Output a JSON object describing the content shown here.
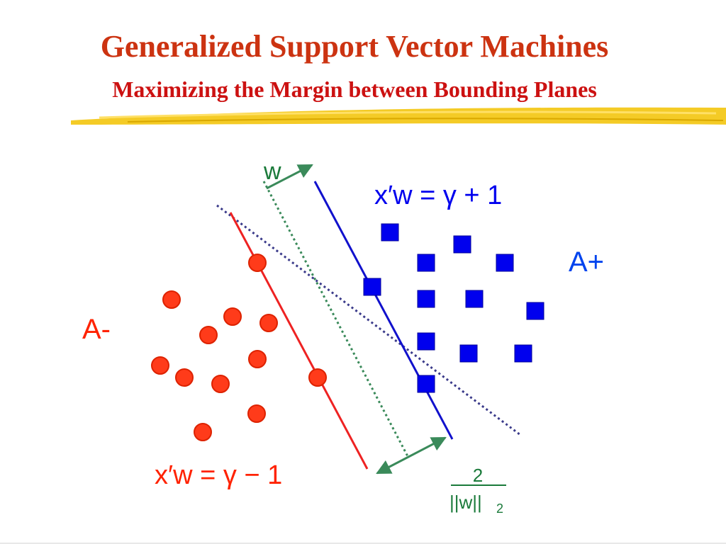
{
  "title": "Generalized Support Vector Machines",
  "subtitle": "Maximizing the Margin between Bounding Planes",
  "labels": {
    "w": "w",
    "plane_plus": "x′w = γ + 1",
    "plane_minus": "x′w = γ − 1",
    "class_plus": "A+",
    "class_minus": "A-",
    "margin_numerator": "2",
    "margin_denominator": "||w||",
    "margin_subscript": "2"
  },
  "colors": {
    "title": "#cc3311",
    "class_minus": "#ff3300",
    "class_plus": "#0000ee",
    "separator": "#3a8a5a",
    "dotted_line": "#3a3a8a",
    "highlight": "#e8b800"
  }
}
